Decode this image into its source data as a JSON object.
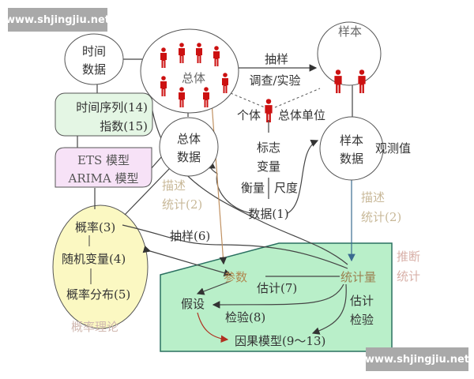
{
  "watermark": "www.shjingjiu.net",
  "nodes": {
    "time_data": [
      "时间",
      "数据"
    ],
    "population": "总体",
    "sample": "样本",
    "time_series": "时间序列(14)",
    "index": "指数(15)",
    "ets": "ETS 模型",
    "arima": "ARIMA 模型",
    "population_data": [
      "总体",
      "数据"
    ],
    "individual": "个体",
    "population_unit": "总体单位",
    "indicator": [
      "标志",
      "变量"
    ],
    "measure": "衡量",
    "scale": "尺度",
    "data": "数据(1)",
    "sample_data": [
      "样本",
      "数据"
    ],
    "observed_value": "观测值",
    "sampling_top": "抽样",
    "survey": "调查/实验",
    "descriptive_left": [
      "描述",
      "统计(2)"
    ],
    "descriptive_right": [
      "描述",
      "统计(2)"
    ],
    "probability": "概率(3)",
    "random_variable": "随机变量(4)",
    "distribution": "概率分布(5)",
    "probability_theory": "概率理论",
    "sampling6": "抽样(6)",
    "parameter": "参数",
    "statistic": "统计量",
    "estimation7": "估计(7)",
    "hypothesis": "假设",
    "test8": "检验(8)",
    "estimation_test": [
      "估计",
      "检验"
    ],
    "causal": "因果模型(9～13)",
    "inferential": [
      "推断",
      "统计"
    ]
  },
  "colors": {
    "person": "#cc1111",
    "time_series_fill": "#e4f6e4",
    "model_fill": "#f7e2f7",
    "probability_fill": "#fbf8c2",
    "inference_fill": "#b9efc9",
    "muted_label": "#c8b898",
    "parameter_text": "#b08850"
  },
  "icons": [
    "person-icon"
  ]
}
